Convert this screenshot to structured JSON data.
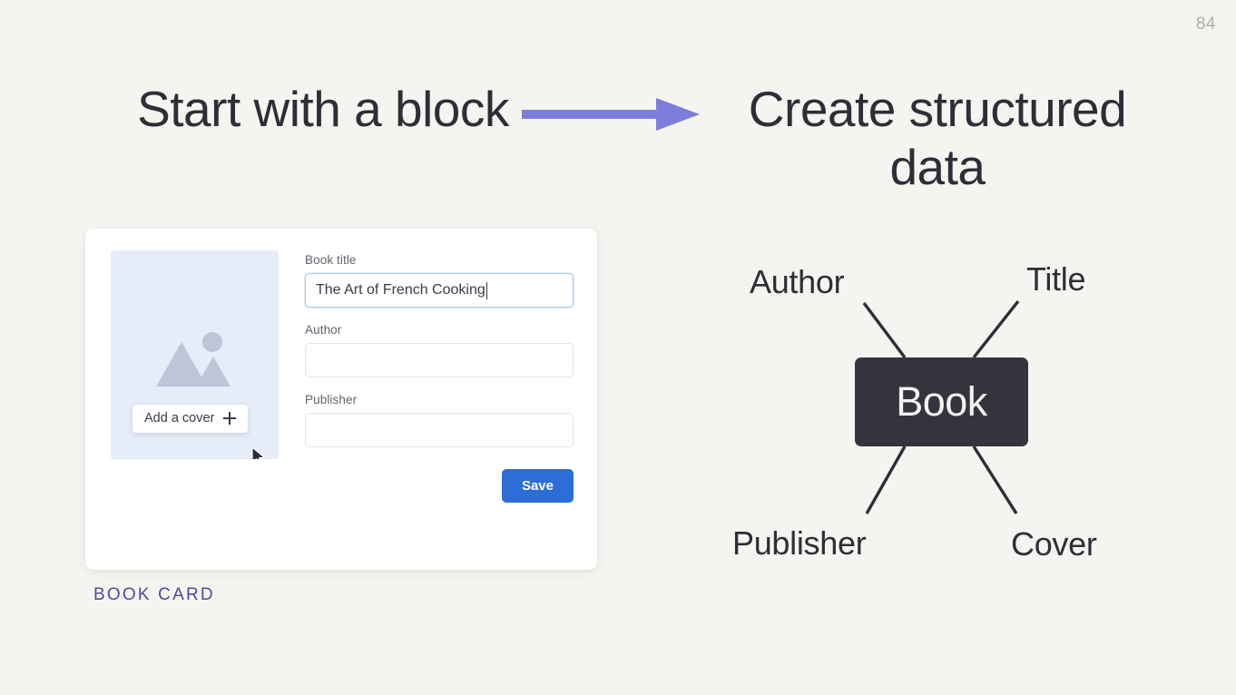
{
  "slide": {
    "page_number": "84",
    "background_color": "#f4f5f0",
    "accent_color": "#7b7fdb",
    "caption_color": "#53479e"
  },
  "headings": {
    "left": "Start with a block",
    "right": "Create structured data",
    "arrow_icon": "arrow-right-icon"
  },
  "book_card": {
    "caption": "BOOK CARD",
    "cover": {
      "icon": "image-placeholder-icon",
      "add_cover_label": "Add a cover",
      "plus_icon": "plus-icon",
      "cursor_icon": "mouse-pointer-icon"
    },
    "fields": [
      {
        "label": "Book title",
        "value": "The Art of French Cooking",
        "placeholder": "",
        "focused": true
      },
      {
        "label": "Author",
        "value": "",
        "placeholder": "",
        "focused": false
      },
      {
        "label": "Publisher",
        "value": "",
        "placeholder": "",
        "focused": false
      }
    ],
    "save_label": "Save",
    "save_color": "#2c6ed5"
  },
  "diagram": {
    "node_label": "Book",
    "node_color": "#35343e",
    "attributes": {
      "top_left": "Author",
      "top_right": "Title",
      "bottom_left": "Publisher",
      "bottom_right": "Cover"
    }
  }
}
